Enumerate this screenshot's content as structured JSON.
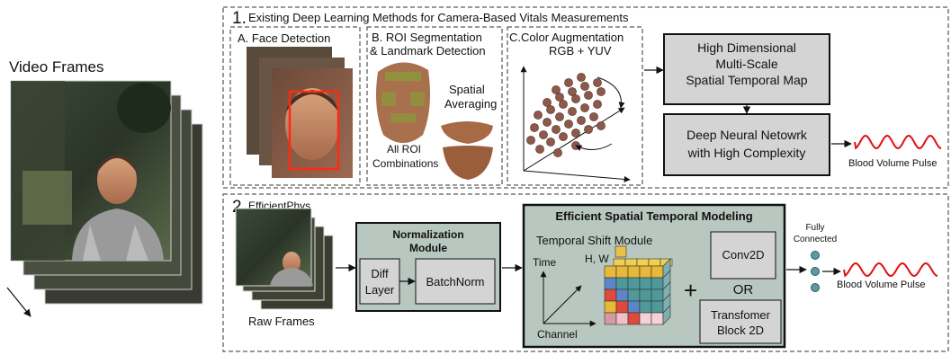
{
  "left": {
    "title": "Video Frames"
  },
  "section1": {
    "number": "1.",
    "title": "Existing Deep Learning Methods for Camera-Based Vitals Measurements",
    "face_detection": "A. Face Detection",
    "roi_line1": "B. ROI Segmentation",
    "roi_line2": "& Landmark Detection",
    "spatial_line1": "Spatial",
    "spatial_line2": "Averaging",
    "all_roi_line1": "All ROI",
    "all_roi_line2": "Combinations",
    "color_line1": "C.Color Augmentation",
    "color_line2": "RGB + YUV",
    "map_line1": "High Dimensional",
    "map_line2": "Multi-Scale",
    "map_line3": "Spatial Temporal Map",
    "dnn_line1": "Deep Neural Netowrk",
    "dnn_line2": "with High Complexity",
    "output_label": "Blood Volume Pulse"
  },
  "section2": {
    "number": "2.",
    "title": "EfficientPhys",
    "raw_frames": "Raw Frames",
    "norm_line1": "Normalization",
    "norm_line2": "Module",
    "diff_line1": "Diff",
    "diff_line2": "Layer",
    "batchnorm": "BatchNorm",
    "estm_title": "Efficient Spatial Temporal Modeling",
    "tsm": "Temporal Shift Module",
    "axis_time": "Time",
    "axis_hw": "H, W",
    "axis_channel": "Channel",
    "plus": "+",
    "conv": "Conv2D",
    "or": "OR",
    "transformer_line1": "Transfomer",
    "transformer_line2": "Block 2D",
    "fc_line1": "Fully",
    "fc_line2": "Connected",
    "output_label": "Blood Volume Pulse"
  },
  "colors": {
    "grey_box": "#d4d4d4",
    "module_bg": "#b8c8c0",
    "pulse": "#e01010",
    "dot": "#8c5a4a",
    "neuron": "#5f9aa0",
    "face_box": "#ff2a10"
  }
}
